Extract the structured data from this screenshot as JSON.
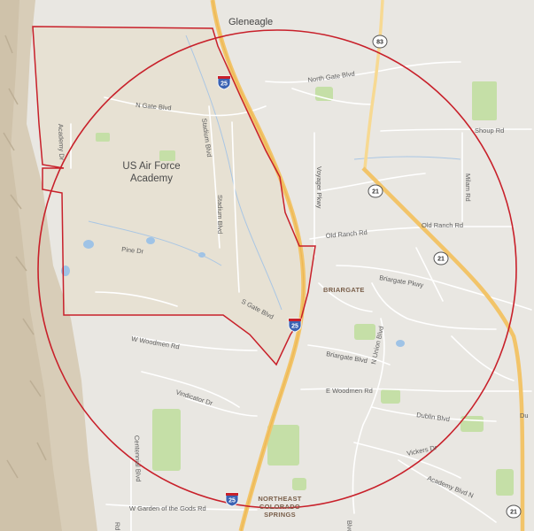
{
  "map": {
    "places": {
      "gleneagle": "Gleneagle",
      "academy_line1": "US Air Force",
      "academy_line2": "Academy",
      "briargate": "BRIARGATE",
      "northeast_line1": "NORTHEAST",
      "northeast_line2": "COLORADO",
      "northeast_line3": "SPRINGS"
    },
    "roads": {
      "north_gate_blvd": "North Gate Blvd",
      "n_gate_blvd": "N Gate Blvd",
      "academy_dr": "Academy Dr",
      "stadium_blvd_1": "Stadium Blvd",
      "stadium_blvd_2": "Stadium Blvd",
      "pine_dr": "Pine Dr",
      "s_gate_blvd": "S Gate Blvd",
      "w_woodmen_rd": "W Woodmen Rd",
      "voyager_pkwy": "Voyager Pkwy",
      "old_ranch_rd_1": "Old Ranch Rd",
      "old_ranch_rd_2": "Old Ranch Rd",
      "shoup_rd": "Shoup Rd",
      "milam_rd": "Milam Rd",
      "briargate_pkwy": "Briargate Pkwy",
      "briargate_blvd": "Briargate Blvd",
      "n_union_blvd": "N Union Blvd",
      "e_woodmen_rd": "E Woodmen Rd",
      "dublin_blvd": "Dublin Blvd",
      "vickers_dr": "Vickers Dr",
      "academy_blvd_n": "Academy Blvd N",
      "vindicator_dr": "Vindicator Dr",
      "centennial_blvd": "Centennial Blvd",
      "w_garden_of_the_gods_rd": "W Garden of the Gods Rd",
      "edge_du": "Du",
      "edge_rd": "Rd",
      "edge_blvd": "Blvd"
    },
    "shields": {
      "i25_north": "25",
      "i25_middle": "25",
      "i25_south": "25",
      "hwy83": "83",
      "hwy21_north": "21",
      "hwy21_middle": "21",
      "hwy21_south": "21"
    },
    "colors": {
      "background": "#e9e7e2",
      "terrain": "#ddd2bf",
      "park": "#c5dfa7",
      "water": "#9fc3e6",
      "road": "#ffffff",
      "highway": "#f2c469",
      "boundary": "#c8202a"
    }
  }
}
